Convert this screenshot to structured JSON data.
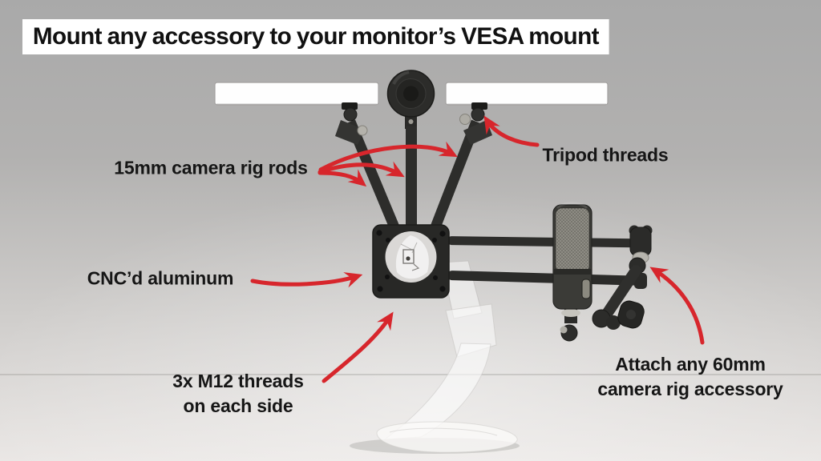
{
  "banner": {
    "title": "Mount any accessory to your monitor’s VESA mount"
  },
  "callouts": {
    "rods": {
      "label": "15mm camera rig rods"
    },
    "tripod": {
      "label": "Tripod threads"
    },
    "cnc": {
      "label": "CNC’d aluminum"
    },
    "m12": {
      "line1": "3x M12 threads",
      "line2": "on each side"
    },
    "attach": {
      "line1": "Attach any 60mm",
      "line2": "camera rig accessory"
    }
  },
  "colors": {
    "arrow": "#d7262c",
    "label_text": "#161616",
    "banner_bg": "#ffffff",
    "background_top": "#a9a9a9",
    "background_bottom": "#eae7e5",
    "hardware_dark": "#2d2d2b",
    "mic_mesh": "#8e8c84"
  },
  "scene": {
    "parts": [
      "light-bar-left",
      "light-bar-right",
      "webcam-puck",
      "rig-rod-left",
      "rig-rod-center",
      "rig-rod-right",
      "vesa-plate",
      "horizontal-rail-top",
      "horizontal-rail-bottom",
      "microphone",
      "articulating-arm",
      "transparent-monitor-arm"
    ]
  }
}
